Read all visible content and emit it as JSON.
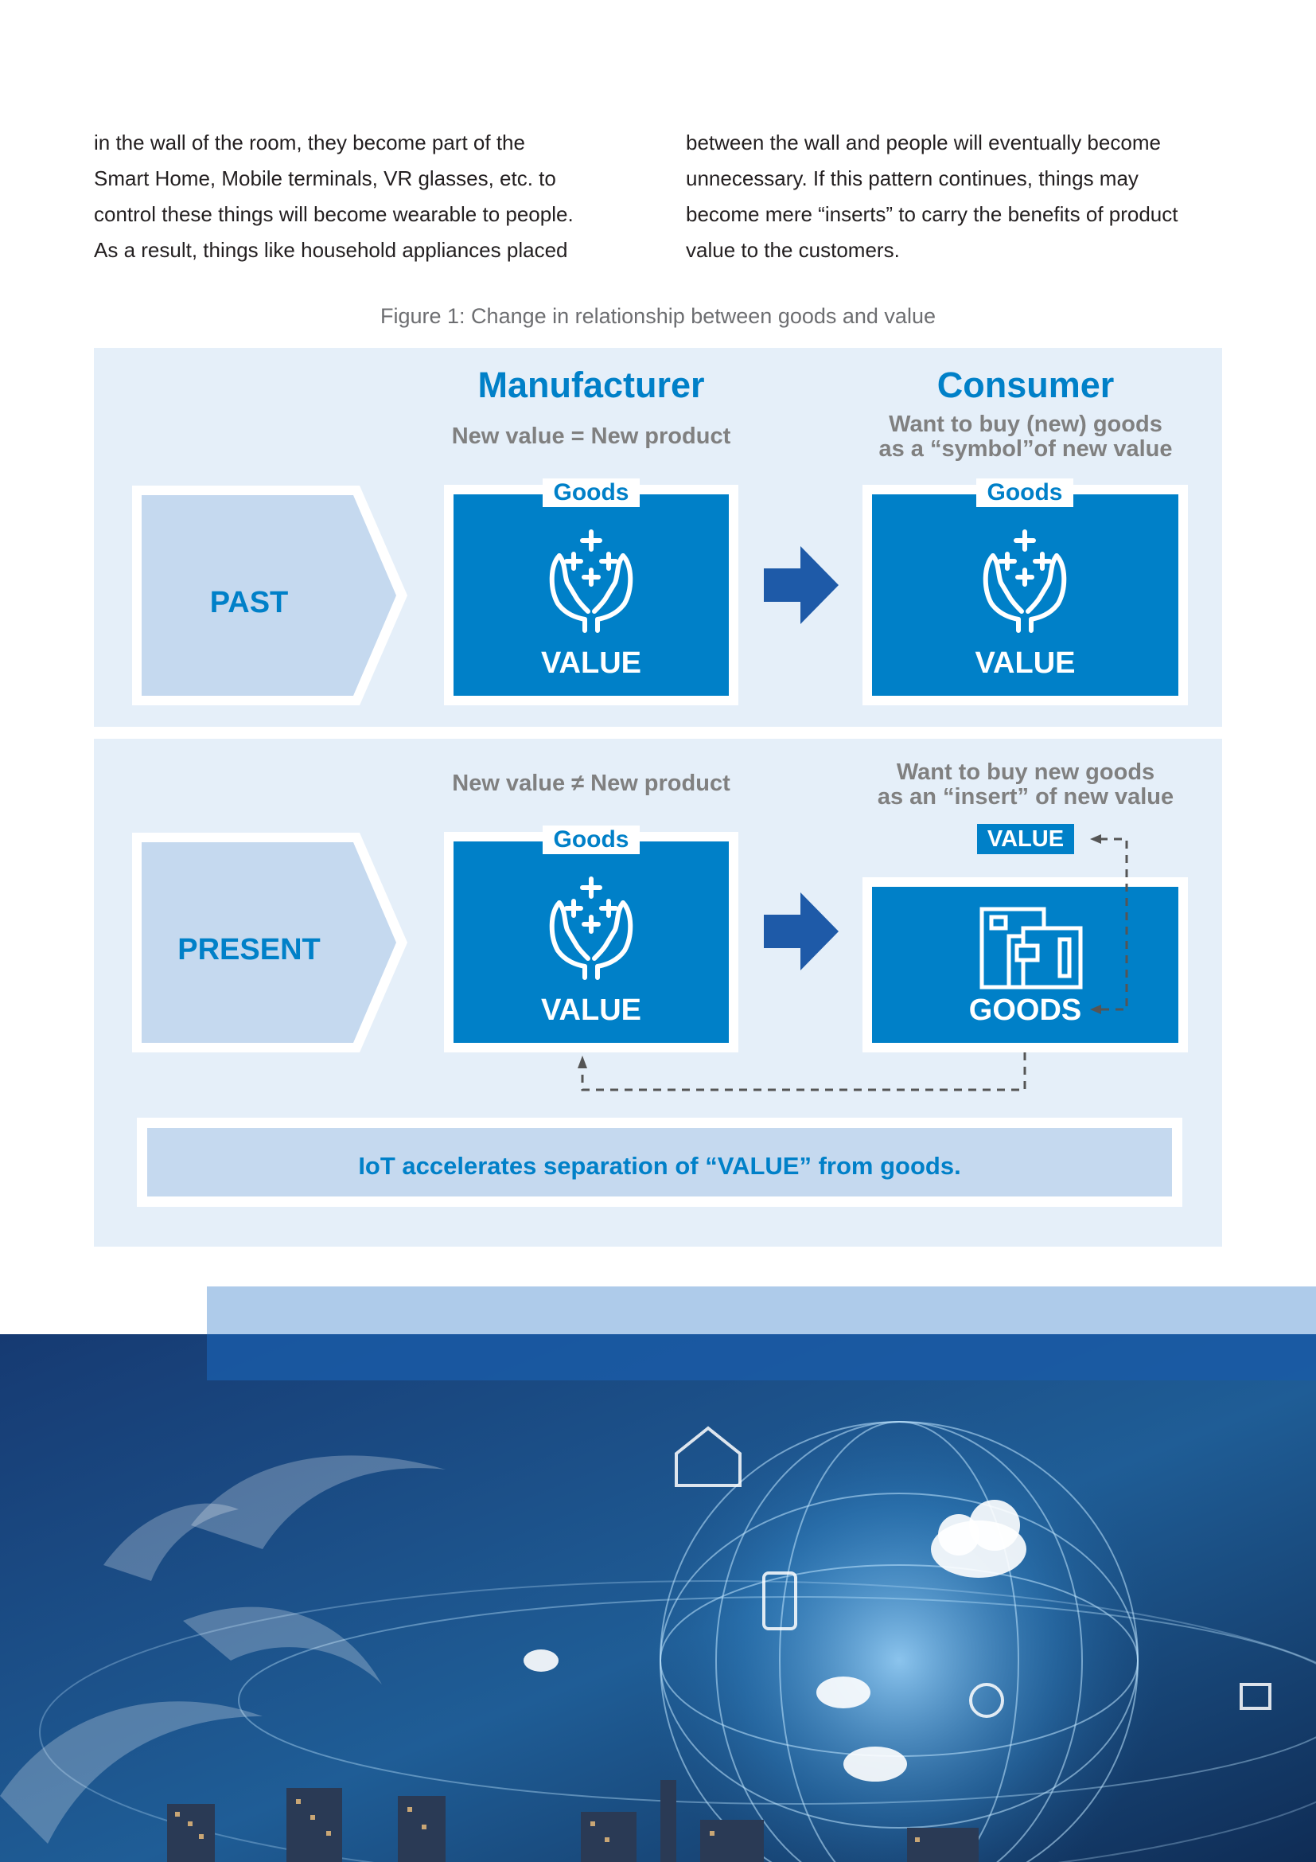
{
  "body_text": {
    "left": [
      "in the wall of the room, they become part of the",
      "Smart Home, Mobile terminals, VR glasses, etc. to",
      "control these things will become wearable to people.",
      "As a result, things like household appliances placed"
    ],
    "right": [
      "between the wall and people will eventually become",
      "unnecessary. If this pattern continues, things may",
      "become mere “inserts” to carry the benefits of product",
      "value to the customers."
    ]
  },
  "figure": {
    "caption": "Figure 1: Change in relationship between goods and value",
    "manufacturer_heading": "Manufacturer",
    "consumer_heading": "Consumer",
    "past": {
      "label": "PAST",
      "manufacturer_sub": "New value = New product",
      "consumer_sub": [
        "Want to buy (new) goods",
        "as a “symbol”of new value"
      ],
      "manufacturer_card": {
        "tag": "Goods",
        "value": "VALUE",
        "icon": "hands-sparkle-icon"
      },
      "consumer_card": {
        "tag": "Goods",
        "value": "VALUE",
        "icon": "hands-sparkle-icon"
      }
    },
    "present": {
      "label": "PRESENT",
      "manufacturer_sub": "New value ≠ New product",
      "consumer_sub": [
        "Want to buy new goods",
        "as an “insert” of new value"
      ],
      "manufacturer_card": {
        "tag": "Goods",
        "value": "VALUE",
        "icon": "hands-sparkle-icon"
      },
      "consumer_value_tag": "VALUE",
      "consumer_card": {
        "value": "GOODS",
        "icon": "boxes-icon"
      }
    },
    "conclusion": "IoT accelerates separation of “VALUE” from goods."
  },
  "colors": {
    "accent_blue": "#0080c8",
    "panel_bg": "#e5eff9",
    "label_box": "#c5d9ef",
    "arrow_blue": "#1e5aa8",
    "grey_text": "#808080"
  },
  "hero_image": {
    "description_icon": "iot-city-globe-image"
  }
}
